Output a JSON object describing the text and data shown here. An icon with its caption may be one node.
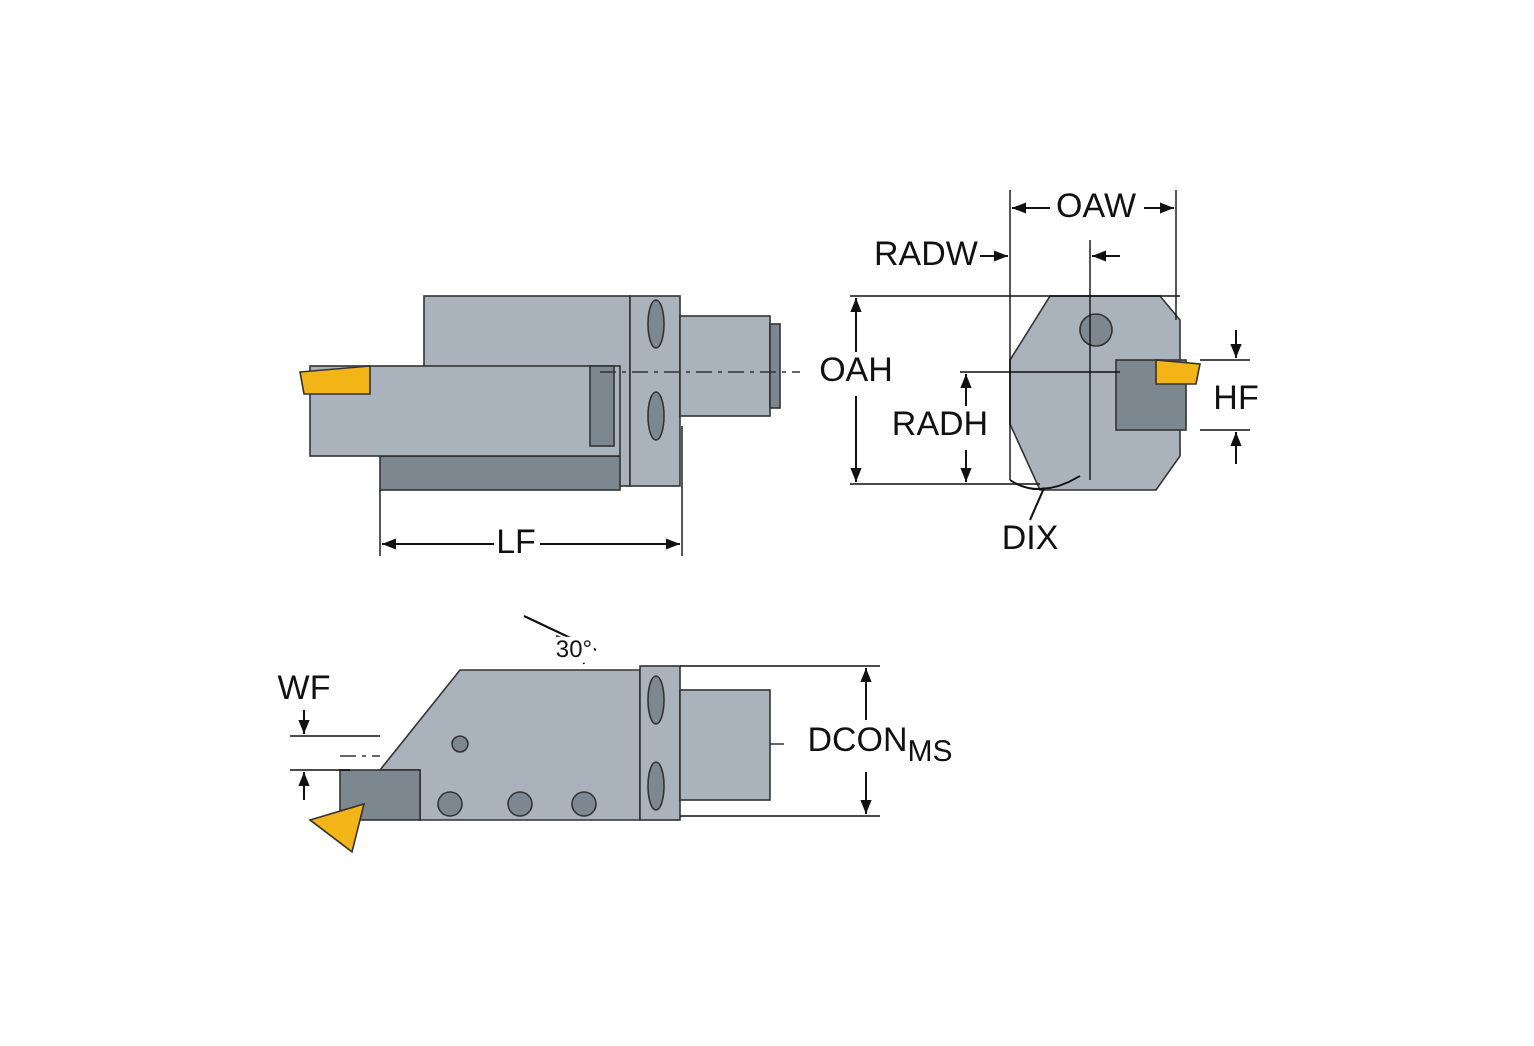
{
  "diagram": {
    "labels": [
      "OAW",
      "RADW",
      "OAH",
      "RADH",
      "HF",
      "LF",
      "DIX",
      "30°",
      "WF",
      "DCON$_{MS}$"
    ]
  }
}
